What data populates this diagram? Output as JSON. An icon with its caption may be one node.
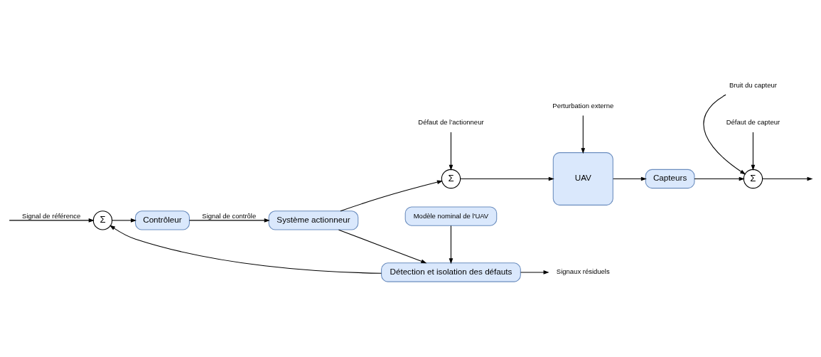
{
  "diagram": {
    "nodes": [
      {
        "text": [
          "Σ"
        ]
      },
      {
        "text": [
          "Contrôleur"
        ]
      },
      {
        "text": [
          "Système actionneur"
        ]
      },
      {
        "text": [
          "Σ"
        ]
      },
      {
        "text": [
          "UAV"
        ]
      },
      {
        "text": [
          "Capteurs"
        ]
      },
      {
        "text": [
          "Σ"
        ]
      },
      {
        "text": [
          "Modèle nominal de l'UAV"
        ]
      },
      {
        "text": [
          "Détection et isolation des défauts"
        ]
      },
      {
        "text": [
          "Signaux résiduels"
        ]
      },
      {
        "text": [
          "Bruit du capteur"
        ]
      },
      {
        "text": [
          "Défaut de capteur"
        ]
      },
      {
        "text": [
          "Défaut de l’actionneur"
        ]
      },
      {
        "text": [
          "Perturbation externe"
        ]
      }
    ],
    "edges": [
      {
        "from": null,
        "to": 0,
        "arrow": "to",
        "label": "Signal de référence"
      },
      {
        "from": 0,
        "to": 1,
        "arrow": "to"
      },
      {
        "from": 1,
        "to": 2,
        "arrow": "to",
        "label": "Signal de contrôle"
      },
      {
        "from": 2,
        "to": 3,
        "arrow": "to"
      },
      {
        "from": 2,
        "to": 8,
        "arrow": "to"
      },
      {
        "from": 3,
        "to": 4,
        "arrow": "to"
      },
      {
        "from": 4,
        "to": 5,
        "arrow": "to"
      },
      {
        "from": 5,
        "to": 6,
        "arrow": "to"
      },
      {
        "from": 6,
        "to": null,
        "arrow": "to"
      },
      {
        "from": 7,
        "to": 8,
        "arrow": "to"
      },
      {
        "from": 8,
        "to": 9,
        "arrow": "to"
      },
      {
        "from": 8,
        "to": 0,
        "arrow": "to"
      },
      {
        "from": 10,
        "to": 6,
        "arrow": "to"
      },
      {
        "from": 11,
        "to": 6,
        "arrow": "to"
      },
      {
        "from": 12,
        "to": 3,
        "arrow": "to"
      },
      {
        "from": 13,
        "to": 4,
        "arrow": "to"
      }
    ]
  }
}
